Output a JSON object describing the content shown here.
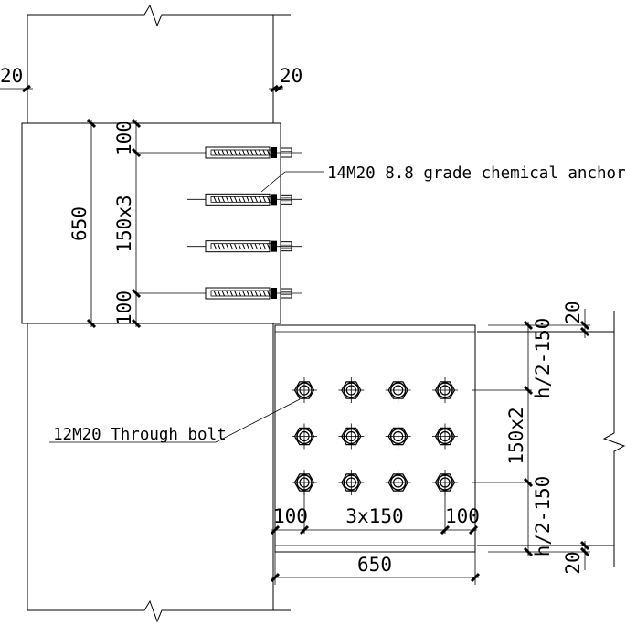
{
  "labels": {
    "anchor_bolts": "14M20 8.8 grade chemical anchor bolts",
    "through_bolt": "12M20 Through bolt"
  },
  "dimensions": {
    "top_left_edge": "20",
    "top_right_edge": "20",
    "upper_plate_height": "650",
    "upper_top_margin": "100",
    "upper_spacing": "150x3",
    "upper_bottom_margin": "100",
    "lower_plate_width": "650",
    "lower_left_margin": "100",
    "lower_spacing": "3x150",
    "lower_right_margin": "100",
    "right_top_edge": "20",
    "right_upper_offset": "h/2-150",
    "right_spacing": "150x2",
    "right_lower_offset": "h/2-150",
    "right_bottom_edge": "20"
  },
  "bolts": {
    "anchor_count": 4,
    "through_rows": 3,
    "through_cols": 4
  },
  "colors": {
    "line": "#000000",
    "background": "#ffffff"
  }
}
